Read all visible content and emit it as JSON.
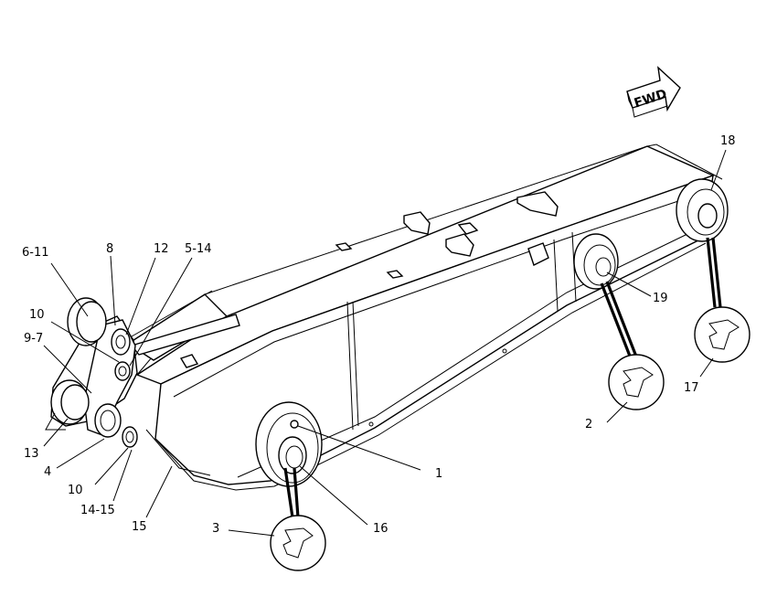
{
  "direction_arrow": {
    "text": "FWD"
  },
  "callouts": {
    "c6_11": "6-11",
    "c8": "8",
    "c12": "12",
    "c5_14": "5-14",
    "c10a": "10",
    "c9_7": "9-7",
    "c13": "13",
    "c4": "4",
    "c10b": "10",
    "c14_15": "14-15",
    "c15": "15",
    "c1": "1",
    "c16": "16",
    "c3": "3",
    "c2": "2",
    "c19": "19",
    "c18": "18",
    "c17": "17"
  }
}
